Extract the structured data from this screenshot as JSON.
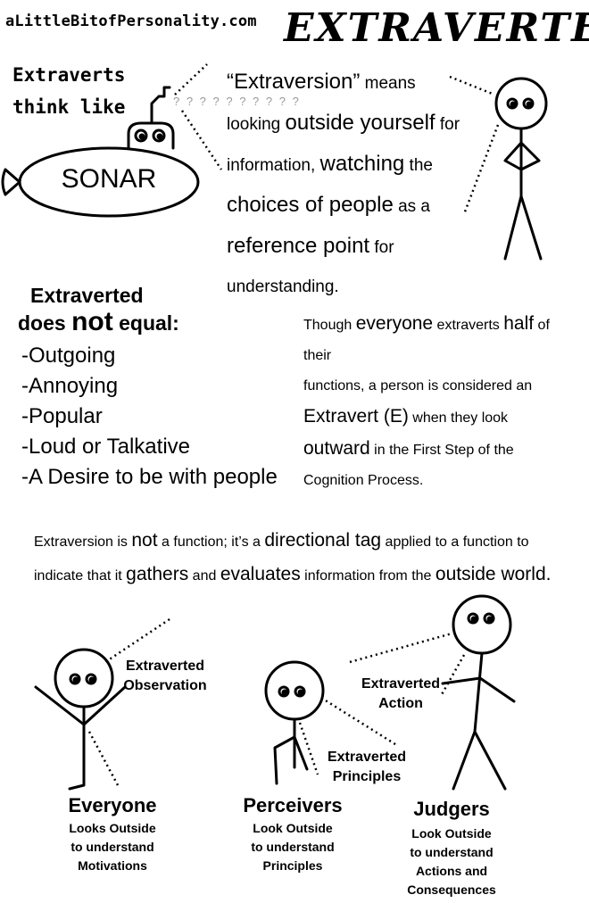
{
  "site": "aLittleBitofPersonality.com",
  "title": "EXTRAVERTED",
  "sonar": {
    "lead_line1": "Extraverts",
    "lead_line2": "think like",
    "label": "SONAR",
    "question_marks": "? ? ? ? ? ? ? ? ? ?"
  },
  "definition": {
    "p1": "“Extraversion”",
    "p2": " means ",
    "p3": "looking ",
    "p4": "outside yourself",
    "p5": " for",
    "p6": "information, ",
    "p7": "watching",
    "p8": " the",
    "p9": "choices of people",
    "p10": " as a",
    "p11": "reference point",
    "p12": " for",
    "p13": "understanding."
  },
  "not_equal": {
    "line1": "Extraverted",
    "line2a": "does ",
    "line2b": "not",
    "line2c": " equal:",
    "items": [
      "-Outgoing",
      "-Annoying",
      "-Popular",
      "-Loud or Talkative",
      "-A Desire to be with people"
    ]
  },
  "though": {
    "a": "Though ",
    "b": "everyone",
    "c": " extraverts ",
    "d": "half",
    "e": " of their",
    "f": "functions, a person is considered an",
    "g": "Extravert (E)",
    "h": " when they look",
    "i": "outward",
    "j": " in the First Step of the",
    "k": "Cognition Process."
  },
  "function_note": {
    "a": "Extraversion is ",
    "b": "not",
    "c": " a function; it’s a ",
    "d": "directional tag",
    "e": " applied to a function to",
    "f": "indicate that it ",
    "g": "gathers",
    "h": " and ",
    "i": "evaluates",
    "j": " information from the ",
    "k": "outside world."
  },
  "figures": [
    {
      "label_line1": "Extraverted",
      "label_line2": "Observation",
      "name": "Everyone",
      "desc_line1": "Looks Outside",
      "desc_line2": "to understand",
      "desc_line3": "Motivations"
    },
    {
      "label_line1": "Extraverted",
      "label_line2": "Principles",
      "name": "Perceivers",
      "desc_line1": "Look Outside",
      "desc_line2": "to understand",
      "desc_line3": "Principles"
    },
    {
      "label_line1": "Extraverted",
      "label_line2": "Action",
      "name": "Judgers",
      "desc_line1": "Look Outside",
      "desc_line2": "to understand",
      "desc_line3": "Actions and",
      "desc_line4": "Consequences"
    }
  ]
}
